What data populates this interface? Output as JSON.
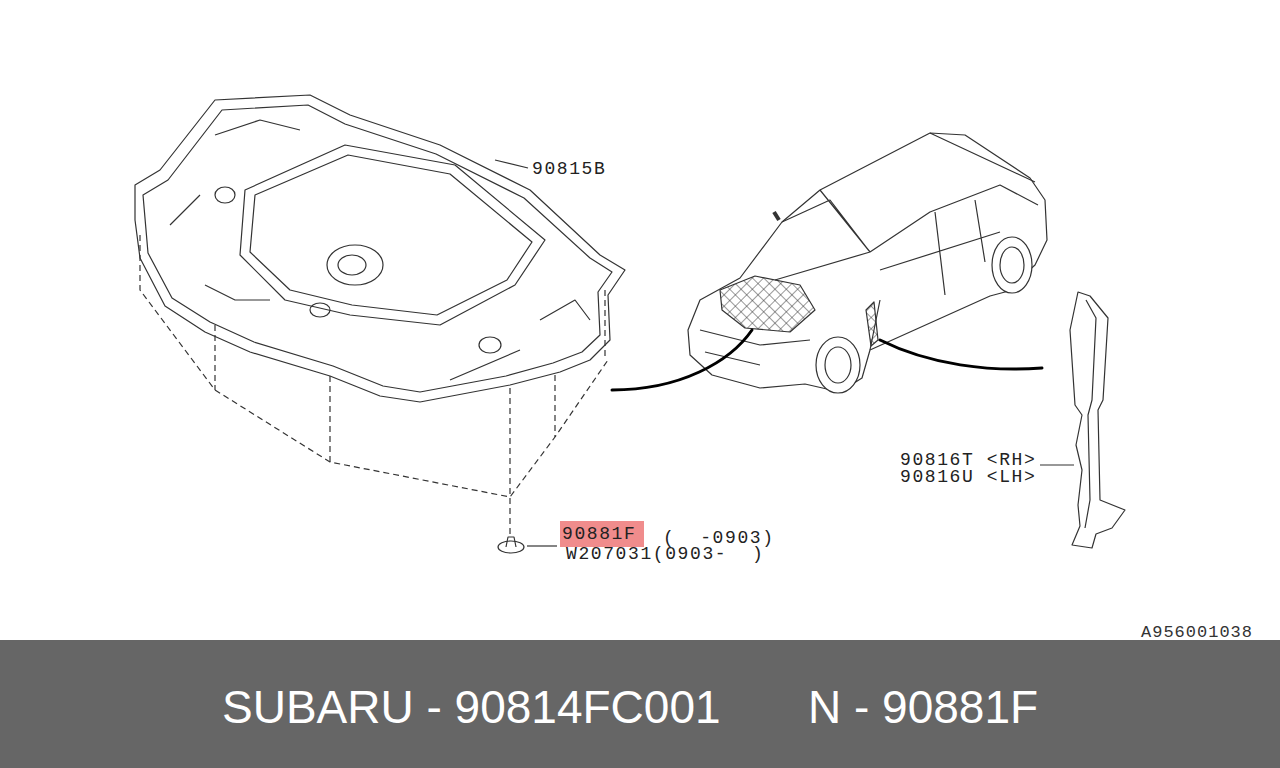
{
  "diagram": {
    "nodes": [
      {
        "text": [
          "90881F"
        ]
      },
      {
        "text": [
          "SUBARU - 90814FC001",
          "N - 90881F"
        ]
      }
    ],
    "labels": [
      "90815B",
      "90816T <RH>",
      "90816U <LH>",
      "(  -0903)",
      "W207031(0903-  )",
      "A956001038"
    ]
  }
}
